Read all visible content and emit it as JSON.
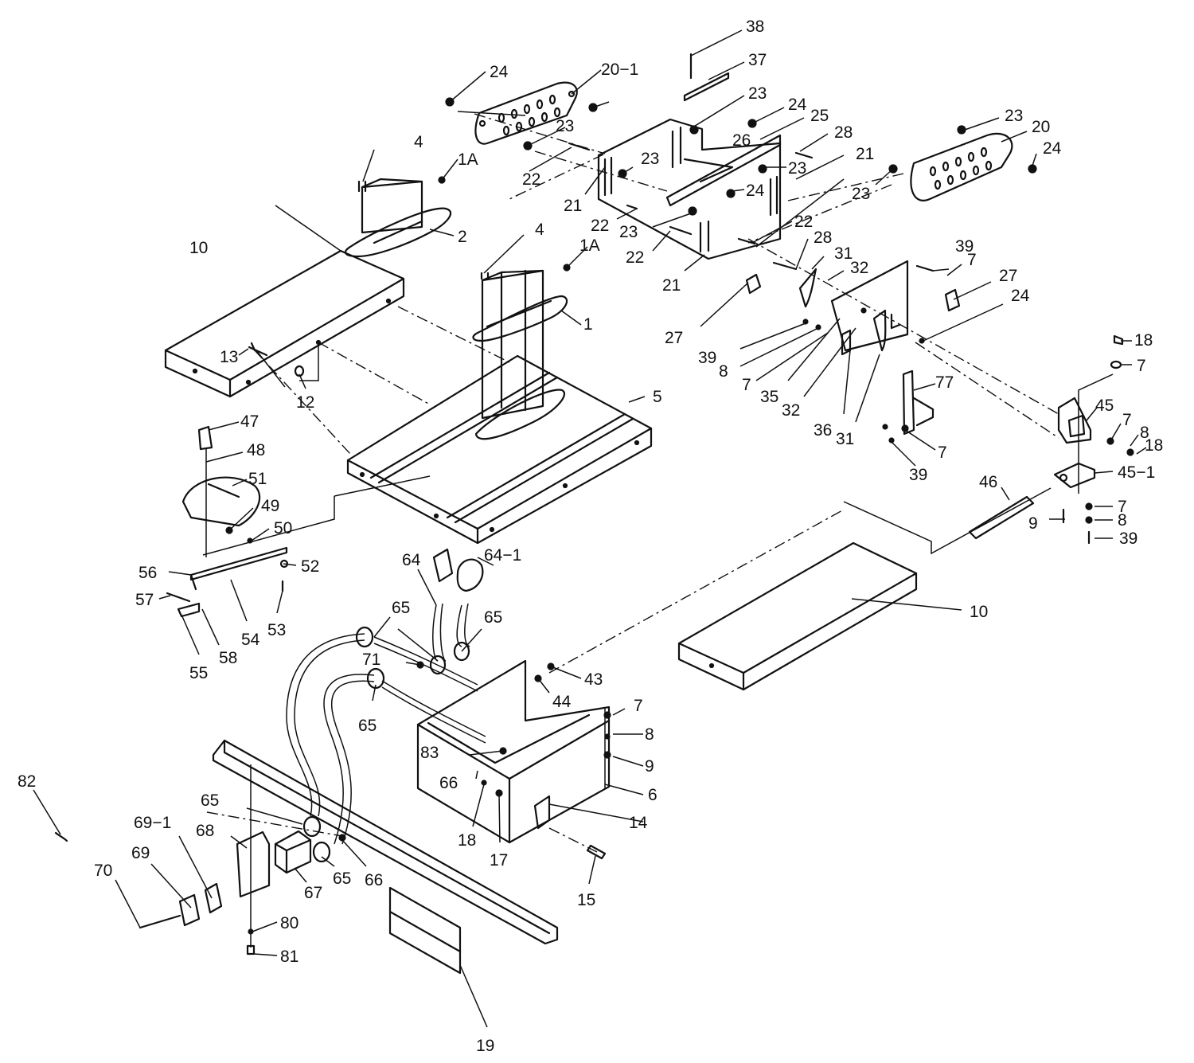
{
  "callouts": [
    {
      "id": "c-1",
      "text": "1"
    },
    {
      "id": "c-1a-a",
      "text": "1A"
    },
    {
      "id": "c-1a-b",
      "text": "1A"
    },
    {
      "id": "c-2",
      "text": "2"
    },
    {
      "id": "c-4a",
      "text": "4"
    },
    {
      "id": "c-4b",
      "text": "4"
    },
    {
      "id": "c-5",
      "text": "5"
    },
    {
      "id": "c-6",
      "text": "6"
    },
    {
      "id": "c-7a",
      "text": "7"
    },
    {
      "id": "c-7b",
      "text": "7"
    },
    {
      "id": "c-7c",
      "text": "7"
    },
    {
      "id": "c-7d",
      "text": "7"
    },
    {
      "id": "c-7e",
      "text": "7"
    },
    {
      "id": "c-7f",
      "text": "7"
    },
    {
      "id": "c-7g",
      "text": "7"
    },
    {
      "id": "c-8a",
      "text": "8"
    },
    {
      "id": "c-8b",
      "text": "8"
    },
    {
      "id": "c-8c",
      "text": "8"
    },
    {
      "id": "c-8d",
      "text": "8"
    },
    {
      "id": "c-9a",
      "text": "9"
    },
    {
      "id": "c-9b",
      "text": "9"
    },
    {
      "id": "c-10a",
      "text": "10"
    },
    {
      "id": "c-10b",
      "text": "10"
    },
    {
      "id": "c-12",
      "text": "12"
    },
    {
      "id": "c-13",
      "text": "13"
    },
    {
      "id": "c-14",
      "text": "14"
    },
    {
      "id": "c-15",
      "text": "15"
    },
    {
      "id": "c-17",
      "text": "17"
    },
    {
      "id": "c-18a",
      "text": "18"
    },
    {
      "id": "c-18b",
      "text": "18"
    },
    {
      "id": "c-18c",
      "text": "18"
    },
    {
      "id": "c-19",
      "text": "19"
    },
    {
      "id": "c-20",
      "text": "20"
    },
    {
      "id": "c-20-1",
      "text": "20−1"
    },
    {
      "id": "c-21a",
      "text": "21"
    },
    {
      "id": "c-21b",
      "text": "21"
    },
    {
      "id": "c-21c",
      "text": "21"
    },
    {
      "id": "c-22a",
      "text": "22"
    },
    {
      "id": "c-22b",
      "text": "22"
    },
    {
      "id": "c-22c",
      "text": "22"
    },
    {
      "id": "c-22d",
      "text": "22"
    },
    {
      "id": "c-23a",
      "text": "23"
    },
    {
      "id": "c-23b",
      "text": "23"
    },
    {
      "id": "c-23c",
      "text": "23"
    },
    {
      "id": "c-23d",
      "text": "23"
    },
    {
      "id": "c-23e",
      "text": "23"
    },
    {
      "id": "c-23f",
      "text": "23"
    },
    {
      "id": "c-23g",
      "text": "23"
    },
    {
      "id": "c-24a",
      "text": "24"
    },
    {
      "id": "c-24b",
      "text": "24"
    },
    {
      "id": "c-24c",
      "text": "24"
    },
    {
      "id": "c-24d",
      "text": "24"
    },
    {
      "id": "c-24e",
      "text": "24"
    },
    {
      "id": "c-25",
      "text": "25"
    },
    {
      "id": "c-26",
      "text": "26"
    },
    {
      "id": "c-27a",
      "text": "27"
    },
    {
      "id": "c-27b",
      "text": "27"
    },
    {
      "id": "c-28a",
      "text": "28"
    },
    {
      "id": "c-28b",
      "text": "28"
    },
    {
      "id": "c-31a",
      "text": "31"
    },
    {
      "id": "c-31b",
      "text": "31"
    },
    {
      "id": "c-32a",
      "text": "32"
    },
    {
      "id": "c-32b",
      "text": "32"
    },
    {
      "id": "c-35",
      "text": "35"
    },
    {
      "id": "c-36",
      "text": "36"
    },
    {
      "id": "c-37",
      "text": "37"
    },
    {
      "id": "c-38",
      "text": "38"
    },
    {
      "id": "c-39a",
      "text": "39"
    },
    {
      "id": "c-39b",
      "text": "39"
    },
    {
      "id": "c-39c",
      "text": "39"
    },
    {
      "id": "c-39d",
      "text": "39"
    },
    {
      "id": "c-43",
      "text": "43"
    },
    {
      "id": "c-44",
      "text": "44"
    },
    {
      "id": "c-45",
      "text": "45"
    },
    {
      "id": "c-45-1",
      "text": "45−1"
    },
    {
      "id": "c-46",
      "text": "46"
    },
    {
      "id": "c-47",
      "text": "47"
    },
    {
      "id": "c-48",
      "text": "48"
    },
    {
      "id": "c-49",
      "text": "49"
    },
    {
      "id": "c-50",
      "text": "50"
    },
    {
      "id": "c-51",
      "text": "51"
    },
    {
      "id": "c-52",
      "text": "52"
    },
    {
      "id": "c-53",
      "text": "53"
    },
    {
      "id": "c-54",
      "text": "54"
    },
    {
      "id": "c-55",
      "text": "55"
    },
    {
      "id": "c-56",
      "text": "56"
    },
    {
      "id": "c-57",
      "text": "57"
    },
    {
      "id": "c-58",
      "text": "58"
    },
    {
      "id": "c-64",
      "text": "64"
    },
    {
      "id": "c-64-1",
      "text": "64−1"
    },
    {
      "id": "c-65a",
      "text": "65"
    },
    {
      "id": "c-65b",
      "text": "65"
    },
    {
      "id": "c-65c",
      "text": "65"
    },
    {
      "id": "c-65d",
      "text": "65"
    },
    {
      "id": "c-65e",
      "text": "65"
    },
    {
      "id": "c-66a",
      "text": "66"
    },
    {
      "id": "c-66b",
      "text": "66"
    },
    {
      "id": "c-67",
      "text": "67"
    },
    {
      "id": "c-68",
      "text": "68"
    },
    {
      "id": "c-69",
      "text": "69"
    },
    {
      "id": "c-69-1",
      "text": "69−1"
    },
    {
      "id": "c-70",
      "text": "70"
    },
    {
      "id": "c-71",
      "text": "71"
    },
    {
      "id": "c-77",
      "text": "77"
    },
    {
      "id": "c-80",
      "text": "80"
    },
    {
      "id": "c-81",
      "text": "81"
    },
    {
      "id": "c-82",
      "text": "82"
    },
    {
      "id": "c-83",
      "text": "83"
    }
  ]
}
